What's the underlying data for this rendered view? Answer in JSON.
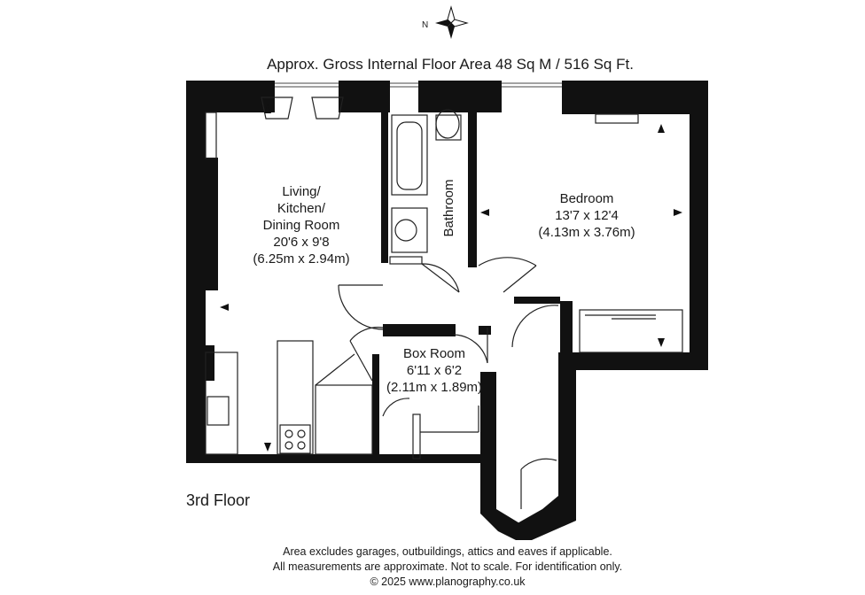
{
  "header": {
    "area_text": "Approx. Gross Internal Floor Area 48 Sq M / 516 Sq Ft."
  },
  "compass": {
    "label": "N",
    "icon": "compass-rose-icon"
  },
  "rooms": {
    "living": {
      "line1": "Living/",
      "line2": "Kitchen/",
      "line3": "Dining Room",
      "imperial": "20'6 x 9'8",
      "metric": "(6.25m x 2.94m)"
    },
    "bathroom": {
      "name": "Bathroom"
    },
    "bedroom": {
      "name": "Bedroom",
      "imperial": "13'7 x 12'4",
      "metric": "(4.13m x 3.76m)"
    },
    "boxroom": {
      "name": "Box Room",
      "imperial": "6'11 x 6'2",
      "metric": "(2.11m x 1.89m)"
    }
  },
  "floor_label": "3rd Floor",
  "footer": {
    "line1": "Area excludes garages, outbuildings, attics and eaves if applicable.",
    "line2": "All measurements are approximate. Not to scale. For identification only.",
    "line3": "© 2025 www.planography.co.uk"
  },
  "colors": {
    "wall": "#111111",
    "background": "#ffffff"
  }
}
